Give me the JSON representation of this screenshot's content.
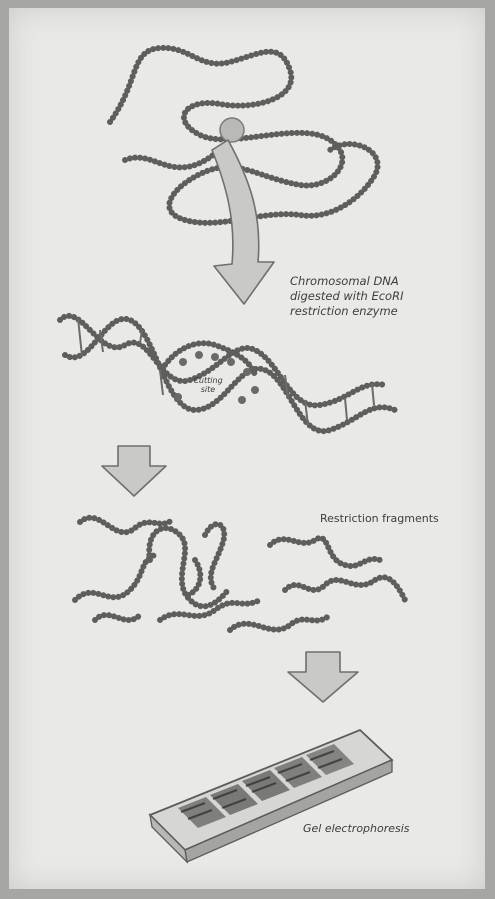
{
  "labels": {
    "chromosomal_line1": "Chromosomal DNA",
    "chromosomal_line2_prefix": "digested with ",
    "chromosomal_line2_enzyme": "EcoRI",
    "chromosomal_line3": "restriction enzyme",
    "cutting_site_line1": "Cutting",
    "cutting_site_line2": "site",
    "restriction_fragments": "Restriction fragments",
    "gel_electrophoresis": "Gel electrophoresis"
  }
}
